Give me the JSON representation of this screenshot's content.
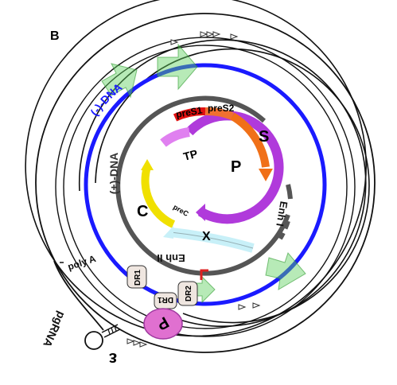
{
  "panel_label": "B",
  "labels": {
    "minus_dna": "(-)-DNA",
    "plus_dna": "(+)-DNA",
    "pgrna": "pgRNA",
    "poly_a": "poly A",
    "epsilon": "ε",
    "tp": "TP",
    "p_orf": "P",
    "p_protein": "P",
    "s_orf": "S",
    "c_orf": "C",
    "x_orf": "X",
    "pres1": "preS1",
    "pres2": "preS2",
    "prec": "preC",
    "enh1": "Enh I",
    "enh2": "Enh II",
    "dr1": "DR1",
    "dr2": "DR2",
    "dr1_rna": "DR1"
  },
  "colors": {
    "minus_dna": "#1a1aff",
    "plus_dna": "#555555",
    "rna": "#111111",
    "p_orf": "#b03adb",
    "tp_domain": "#e080f0",
    "pres1": "#e01010",
    "pres2": "#f07030",
    "s_orf": "#f07018",
    "c_orf": "#f0e000",
    "x_orf": "#c8f0f8",
    "promoter_arrow": "#60d060",
    "p_protein": "#e070d0",
    "cap": "#dd2222"
  },
  "icons": [
    "promoter-arrow-icon",
    "cap-icon",
    "stem-loop-icon",
    "open-triangle-icon"
  ]
}
